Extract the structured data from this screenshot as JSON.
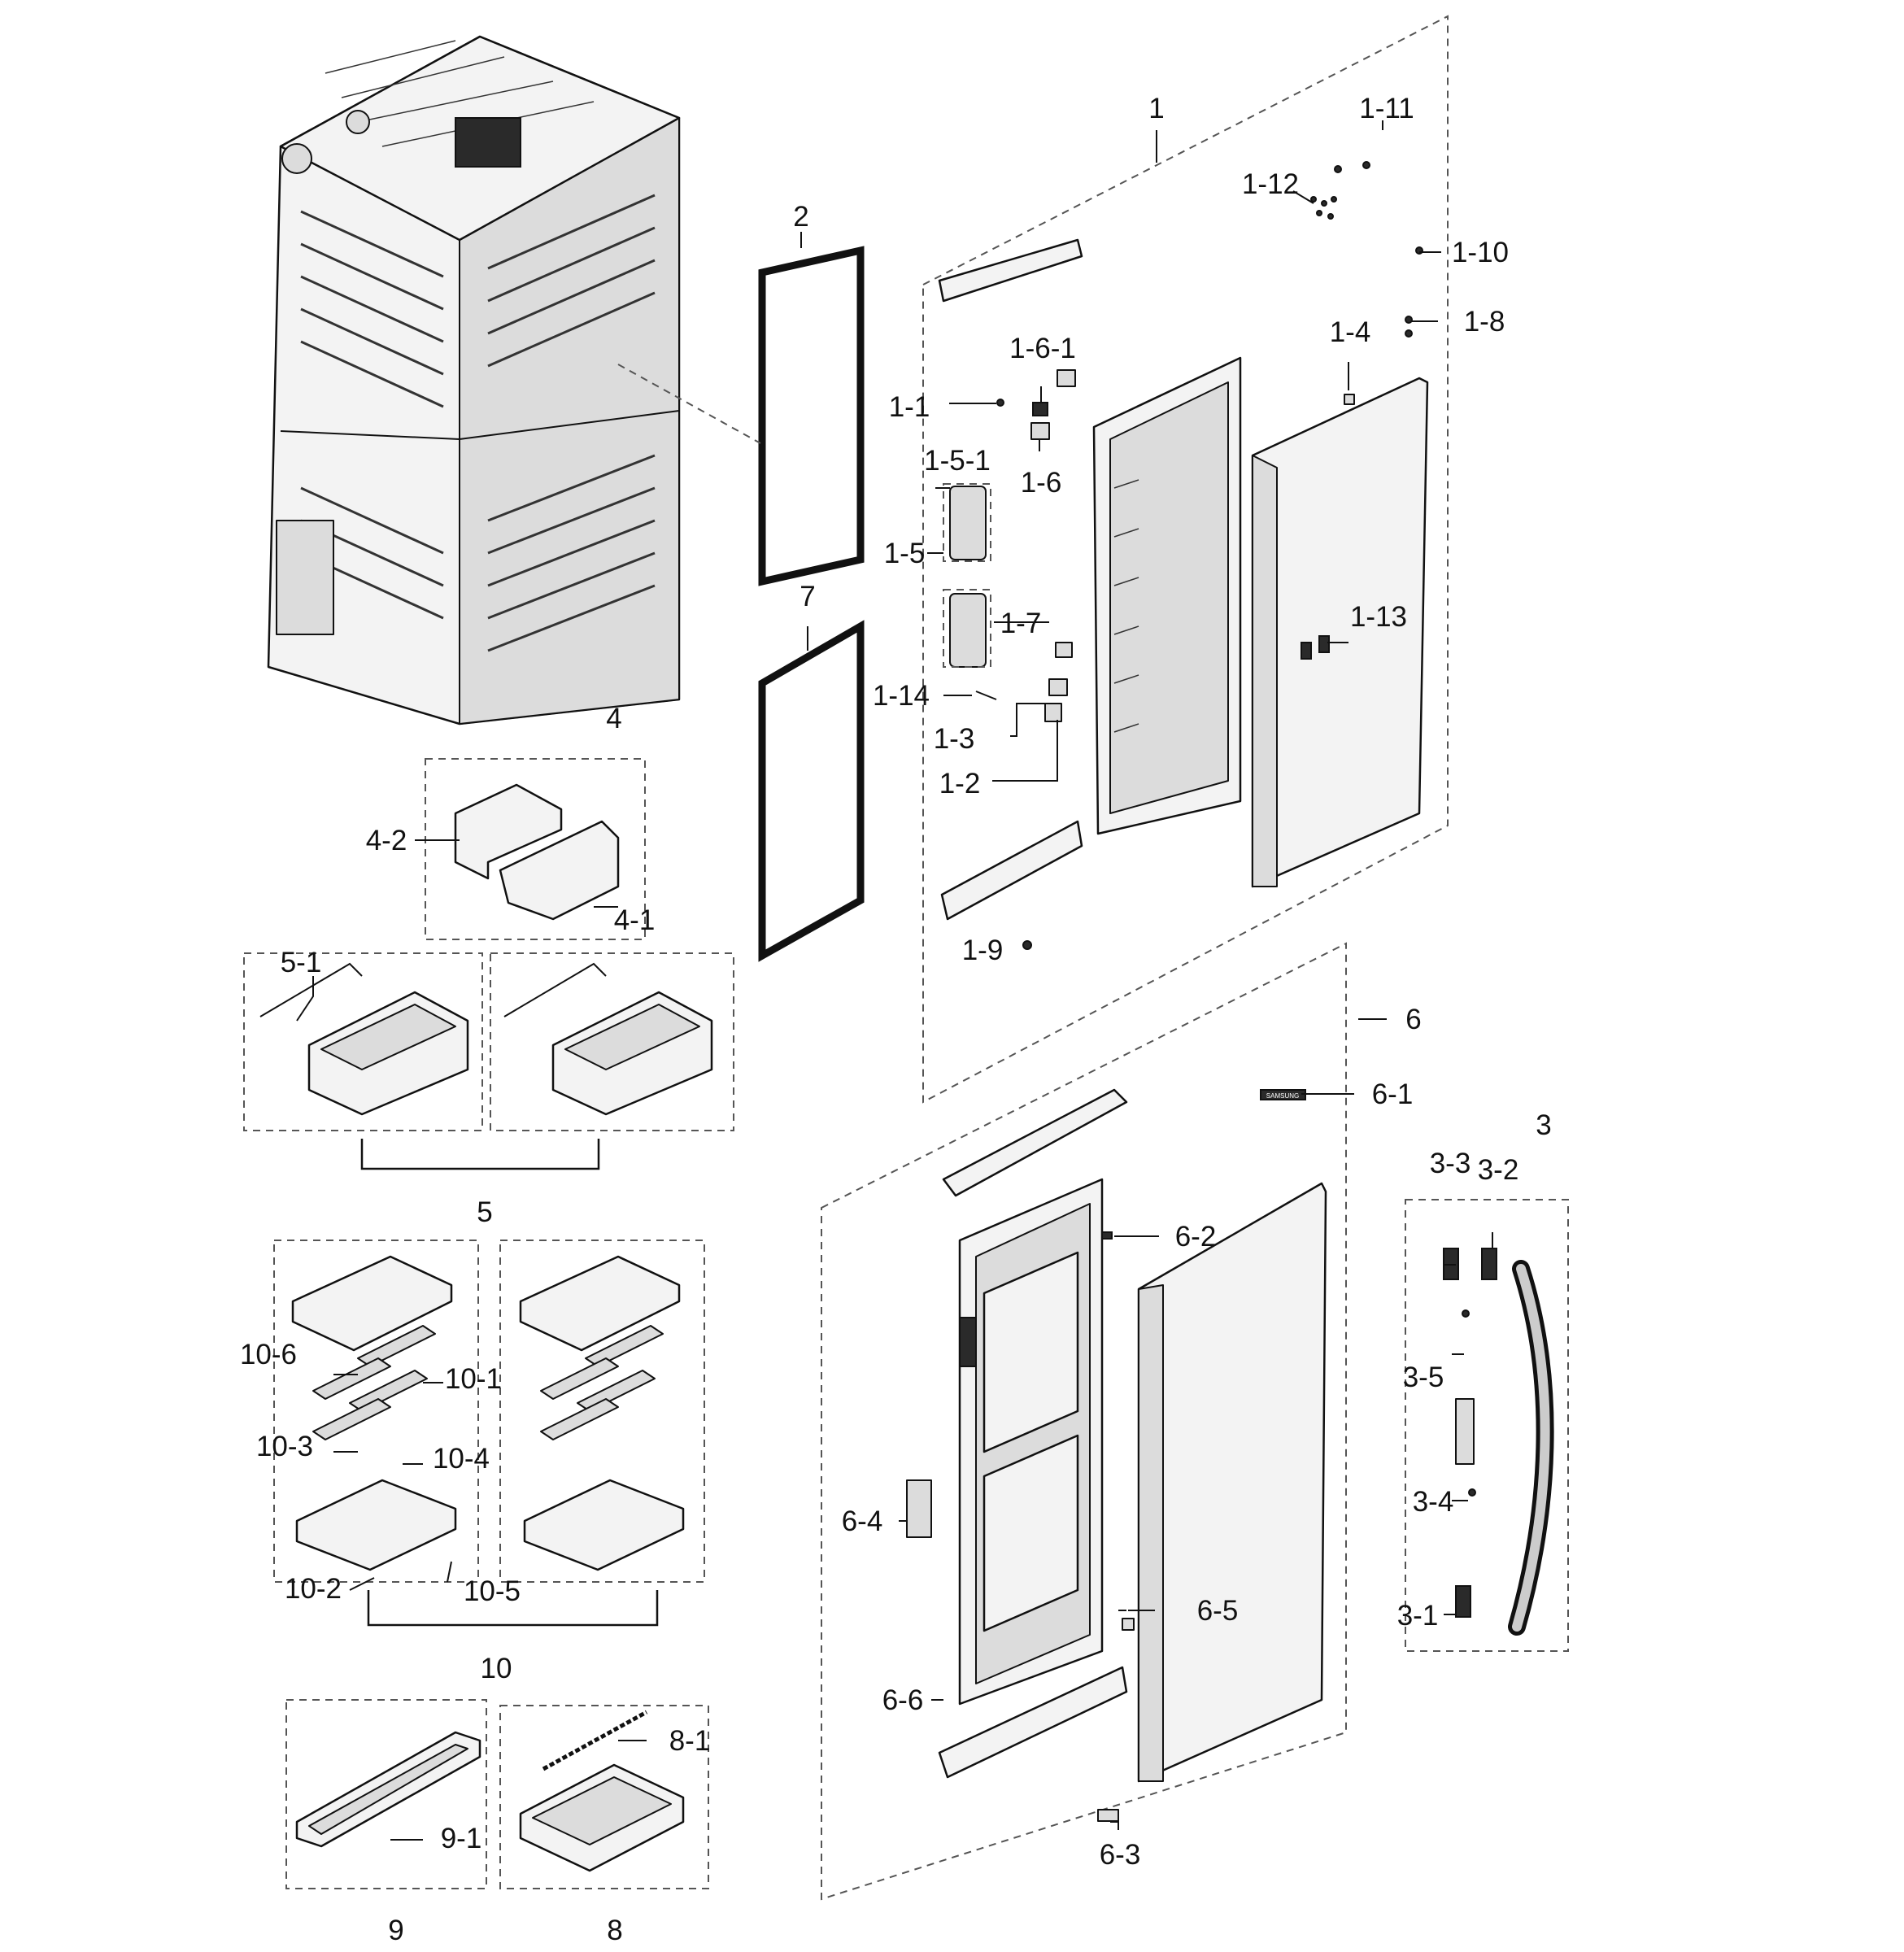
{
  "labels": {
    "l1": "1",
    "l1_1": "1-1",
    "l1_2": "1-2",
    "l1_3": "1-3",
    "l1_4": "1-4",
    "l1_5": "1-5",
    "l1_5_1": "1-5-1",
    "l1_6": "1-6",
    "l1_6_1": "1-6-1",
    "l1_7": "1-7",
    "l1_8": "1-8",
    "l1_9": "1-9",
    "l1_10": "1-10",
    "l1_11": "1-11",
    "l1_12": "1-12",
    "l1_13": "1-13",
    "l1_14": "1-14",
    "l2": "2",
    "l3": "3",
    "l3_1": "3-1",
    "l3_2": "3-2",
    "l3_3": "3-3",
    "l3_4": "3-4",
    "l3_5": "3-5",
    "l4": "4",
    "l4_1": "4-1",
    "l4_2": "4-2",
    "l5": "5",
    "l5_1": "5-1",
    "l6": "6",
    "l6_1": "6-1",
    "l6_2": "6-2",
    "l6_3": "6-3",
    "l6_4": "6-4",
    "l6_5": "6-5",
    "l6_6": "6-6",
    "l7": "7",
    "l8": "8",
    "l8_1": "8-1",
    "l9": "9",
    "l9_1": "9-1",
    "l10": "10",
    "l10_1": "10-1",
    "l10_2": "10-2",
    "l10_3": "10-3",
    "l10_4": "10-4",
    "l10_5": "10-5",
    "l10_6": "10-6"
  },
  "logo_text": "SAMSUNG"
}
